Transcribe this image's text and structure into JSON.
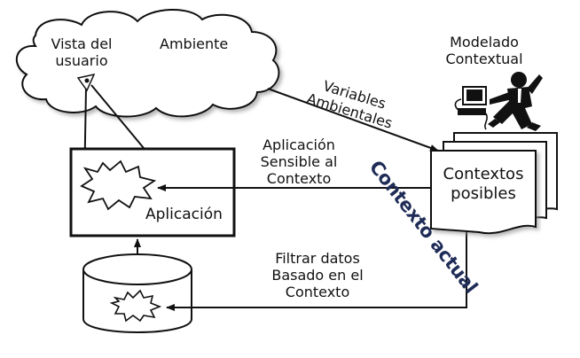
{
  "diagram": {
    "cloud": {
      "user_view_label": "Vista del usuario",
      "environment_label": "Ambiente"
    },
    "modeling_label": "Modelado Contextual",
    "environment_variables_label": "Variables Ambientales",
    "context_aware_app_label": "Aplicación Sensible al Contexto",
    "application_label": "Aplicación",
    "possible_contexts_label": "Contextos posibles",
    "current_context_label": "Contexto actual",
    "filter_label": "Filtrar datos Basado en el Contexto"
  }
}
